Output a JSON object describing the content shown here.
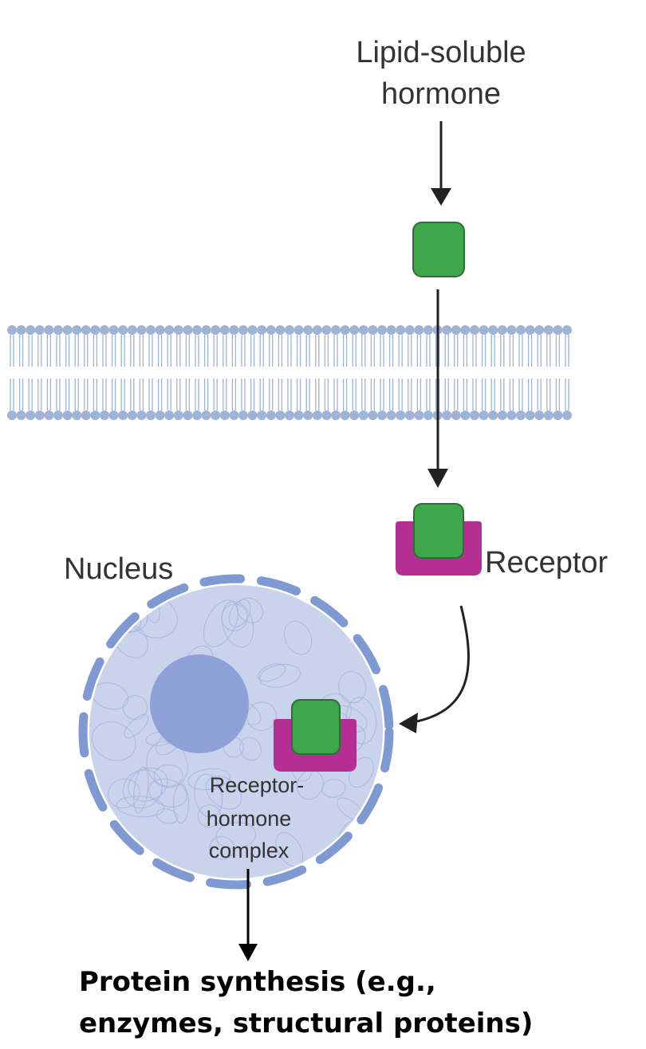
{
  "hormone_label": {
    "line1": "Lipid-soluble",
    "line2": "hormone"
  },
  "receptor_label": "Receptor",
  "nucleus_label": "Nucleus",
  "complex_label": {
    "line1": "Receptor-",
    "line2": "hormone",
    "line3": "complex"
  },
  "outcome_label": {
    "line1": "Protein synthesis (e.g.,",
    "line2": "enzymes, structural proteins)"
  },
  "colors": {
    "hormone": "#3ea64b",
    "receptor": "#b52f92",
    "membrane": "#9fb3d6",
    "nucleus_fill": "#c9d3ec",
    "nucleus_envelope": "#7f99d2",
    "nucleolus": "#8ea0d8",
    "arrow": "#222222"
  }
}
